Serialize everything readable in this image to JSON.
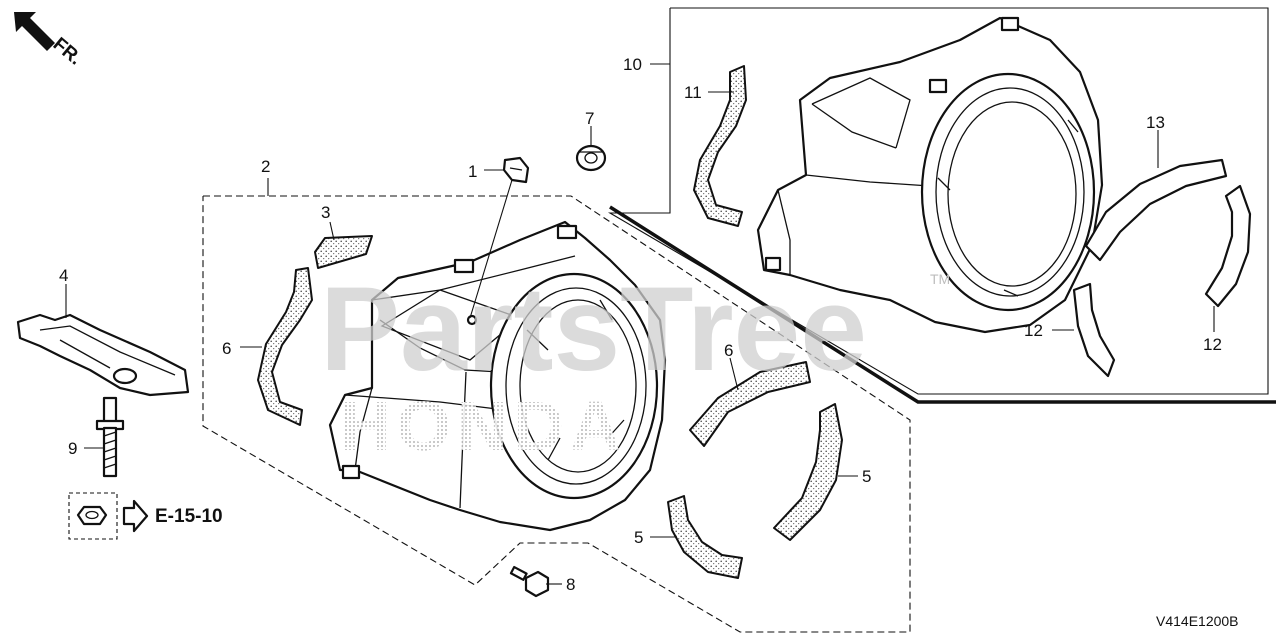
{
  "direction": {
    "label": "FR."
  },
  "reference": {
    "label": "E-15-10"
  },
  "diagram_code": "V414E1200B",
  "watermark": {
    "text": "PartsTree",
    "trademark": "TM",
    "brand": "HONDA"
  },
  "callouts": [
    {
      "id": "c1",
      "label": "1"
    },
    {
      "id": "c2",
      "label": "2"
    },
    {
      "id": "c3",
      "label": "3"
    },
    {
      "id": "c4",
      "label": "4"
    },
    {
      "id": "c5a",
      "label": "5"
    },
    {
      "id": "c5b",
      "label": "5"
    },
    {
      "id": "c6a",
      "label": "6"
    },
    {
      "id": "c6b",
      "label": "6"
    },
    {
      "id": "c7",
      "label": "7"
    },
    {
      "id": "c8",
      "label": "8"
    },
    {
      "id": "c9",
      "label": "9"
    },
    {
      "id": "c10",
      "label": "10"
    },
    {
      "id": "c11",
      "label": "11"
    },
    {
      "id": "c12a",
      "label": "12"
    },
    {
      "id": "c12b",
      "label": "12"
    },
    {
      "id": "c13",
      "label": "13"
    }
  ]
}
